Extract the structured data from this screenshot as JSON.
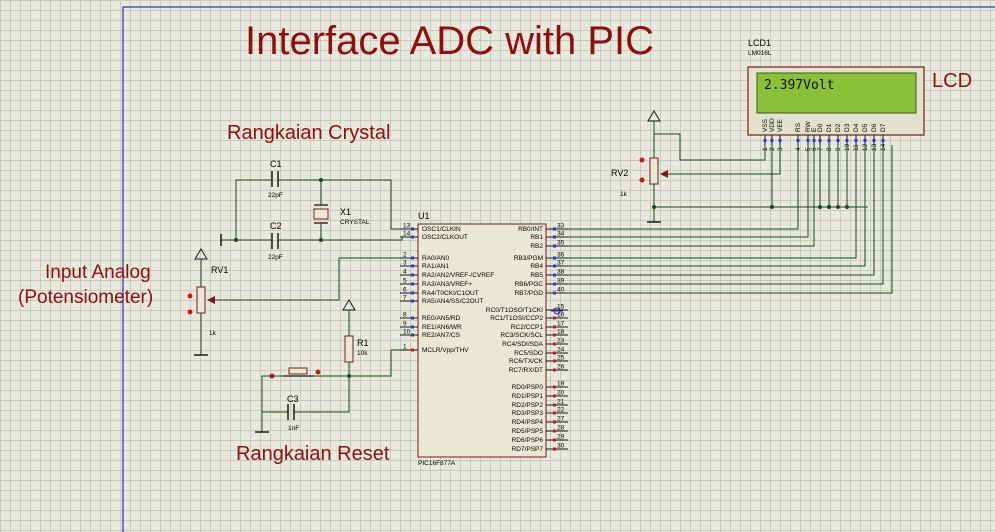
{
  "title": "Interface ADC with PIC",
  "labels": {
    "crystal": "Rangkaian Crystal",
    "reset": "Rangkaian Reset",
    "input_line1": "Input Analog",
    "input_line2": "(Potensiometer)",
    "lcd": "LCD"
  },
  "lcd": {
    "ref": "LCD1",
    "model": "LM016L",
    "display": "2.397Volt",
    "pins": [
      "VSS",
      "VDD",
      "VEE",
      "RS",
      "RW",
      "E",
      "D0",
      "D1",
      "D2",
      "D3",
      "D4",
      "D5",
      "D6",
      "D7"
    ],
    "pin_numbers": [
      "1",
      "2",
      "3",
      "4",
      "5",
      "6",
      "7",
      "8",
      "9",
      "10",
      "11",
      "12",
      "13",
      "14"
    ]
  },
  "components": {
    "c1": {
      "ref": "C1",
      "value": "22pF"
    },
    "c2": {
      "ref": "C2",
      "value": "22pF"
    },
    "x1": {
      "ref": "X1",
      "value": "CRYSTAL"
    },
    "rv1": {
      "ref": "RV1",
      "value": "1k"
    },
    "rv2": {
      "ref": "RV2",
      "value": "1k"
    },
    "r1": {
      "ref": "R1",
      "value": "10k"
    },
    "c3": {
      "ref": "C3",
      "value": "1nF"
    }
  },
  "mcu": {
    "ref": "U1",
    "model": "PIC16F877A",
    "left_pins": [
      {
        "num": "13",
        "name": "OSC1/CLKIN"
      },
      {
        "num": "14",
        "name": "OSC2/CLKOUT"
      },
      {
        "num": "2",
        "name": "RA0/AN0"
      },
      {
        "num": "3",
        "name": "RA1/AN1"
      },
      {
        "num": "4",
        "name": "RA2/AN2/VREF-/CVREF"
      },
      {
        "num": "5",
        "name": "RA3/AN3/VREF+"
      },
      {
        "num": "6",
        "name": "RA4/T0CKI/C1OUT"
      },
      {
        "num": "7",
        "name": "RA5/AN4/SS/C2OUT"
      },
      {
        "num": "8",
        "name": "RE0/AN5/RD"
      },
      {
        "num": "9",
        "name": "RE1/AN6/WR"
      },
      {
        "num": "10",
        "name": "RE2/AN7/CS"
      },
      {
        "num": "1",
        "name": "MCLR/Vpp/THV"
      }
    ],
    "right_pins": [
      {
        "num": "33",
        "name": "RB0/INT"
      },
      {
        "num": "34",
        "name": "RB1"
      },
      {
        "num": "35",
        "name": "RB2"
      },
      {
        "num": "36",
        "name": "RB3/PGM"
      },
      {
        "num": "37",
        "name": "RB4"
      },
      {
        "num": "38",
        "name": "RB5"
      },
      {
        "num": "39",
        "name": "RB6/PGC"
      },
      {
        "num": "40",
        "name": "RB7/PGD"
      },
      {
        "num": "15",
        "name": "RC0/T1OSO/T1CKI"
      },
      {
        "num": "16",
        "name": "RC1/T1OSI/CCP2"
      },
      {
        "num": "17",
        "name": "RC2/CCP1"
      },
      {
        "num": "18",
        "name": "RC3/SCK/SCL"
      },
      {
        "num": "23",
        "name": "RC4/SDI/SDA"
      },
      {
        "num": "24",
        "name": "RC5/SDO"
      },
      {
        "num": "25",
        "name": "RC6/TX/CK"
      },
      {
        "num": "26",
        "name": "RC7/RX/DT"
      },
      {
        "num": "19",
        "name": "RD0/PSP0"
      },
      {
        "num": "20",
        "name": "RD1/PSP1"
      },
      {
        "num": "21",
        "name": "RD2/PSP2"
      },
      {
        "num": "22",
        "name": "RD3/PSP3"
      },
      {
        "num": "27",
        "name": "RD4/PSP4"
      },
      {
        "num": "28",
        "name": "RD5/PSP5"
      },
      {
        "num": "29",
        "name": "RD6/PSP6"
      },
      {
        "num": "30",
        "name": "RD7/PSP7"
      }
    ]
  }
}
